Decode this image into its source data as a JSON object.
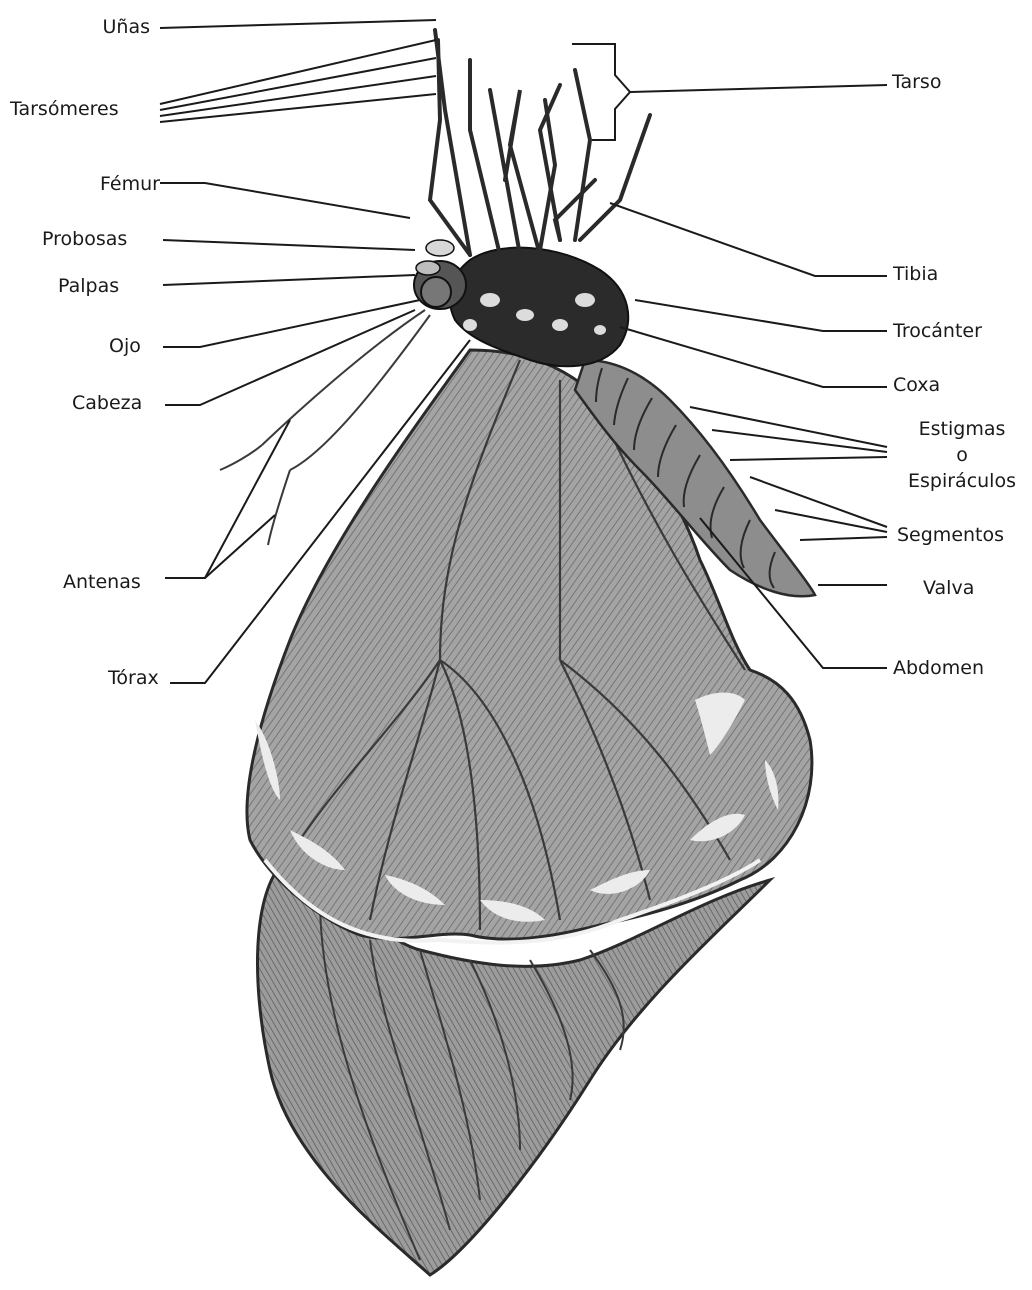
{
  "colors": {
    "line": "#1a1a1a",
    "wing_fill": "#9a9a9a",
    "wing_dark": "#5c5c5c",
    "spot": "#e6e6e6",
    "body": "#2b2b2b"
  },
  "labels": {
    "unas": "Uñas",
    "tarsomeres": "Tarsómeres",
    "femur": "Fémur",
    "probosas": "Probosas",
    "palpas": "Palpas",
    "ojo": "Ojo",
    "cabeza": "Cabeza",
    "antenas": "Antenas",
    "torax": "Tórax",
    "tarso": "Tarso",
    "tibia": "Tibia",
    "trocanter": "Trocánter",
    "coxa": "Coxa",
    "estigmas_1": "Estigmas",
    "estigmas_2": "o",
    "estigmas_3": "Espiráculos",
    "segmentos": "Segmentos",
    "valva": "Valva",
    "abdomen": "Abdomen"
  }
}
